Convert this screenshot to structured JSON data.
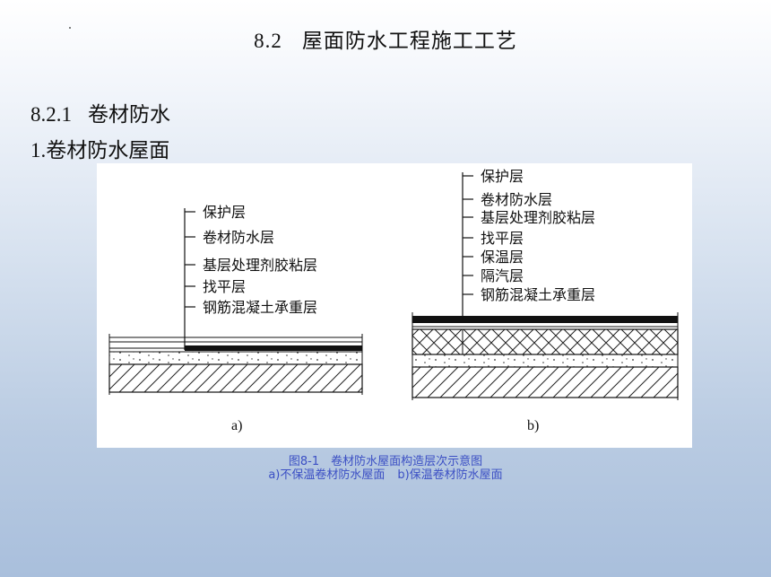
{
  "title": {
    "number": "8.2",
    "text": "屋面防水工程施工工艺"
  },
  "section": {
    "number": "8.2.1",
    "text": "卷材防水"
  },
  "subsection": {
    "text": "1.卷材防水屋面"
  },
  "figure": {
    "a": {
      "layers": [
        "保护层",
        "卷材防水层",
        "基层处理剂胶粘层",
        "找平层",
        "钢筋混凝土承重层"
      ],
      "label": "a)"
    },
    "b": {
      "layers": [
        "保护层",
        "卷材防水层",
        "基层处理剂胶粘层",
        "找平层",
        "保温层",
        "隔汽层",
        "钢筋混凝土承重层"
      ],
      "label": "b)"
    }
  },
  "caption": {
    "line1": "图8-1　卷材防水屋面构造层次示意图",
    "line2a": "a)不保温卷材防水屋面",
    "line2b": "b)保温卷材防水屋面"
  },
  "colors": {
    "caption": "#3b4fc4",
    "ink": "#111111"
  }
}
